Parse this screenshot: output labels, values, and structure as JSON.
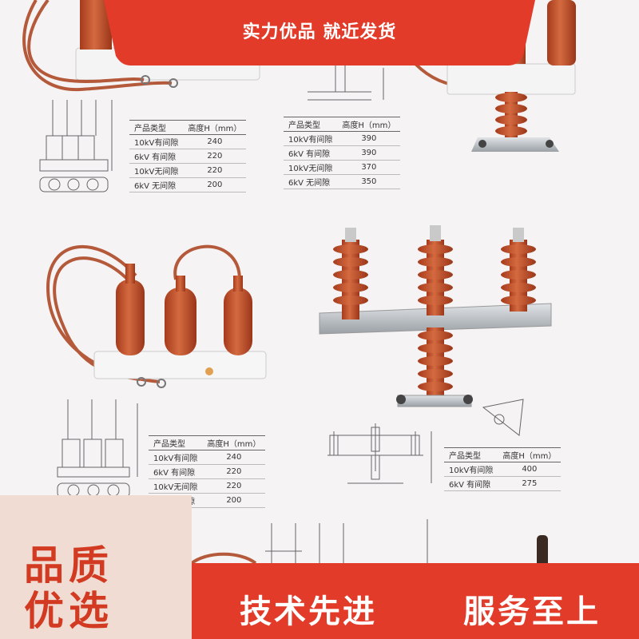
{
  "banner_top": {
    "text": "实力优品 就近发货",
    "color": "#e23b2a"
  },
  "tables": {
    "top_left": {
      "headers": [
        "产品类型",
        "高度H（mm）"
      ],
      "rows": [
        [
          "10kV有间隙",
          "240"
        ],
        [
          "6kV 有间隙",
          "220"
        ],
        [
          "10kV无间隙",
          "220"
        ],
        [
          "6kV 无间隙",
          "200"
        ]
      ]
    },
    "top_right": {
      "headers": [
        "产品类型",
        "高度H（mm）"
      ],
      "rows": [
        [
          "10kV有间隙",
          "390"
        ],
        [
          "6kV 有间隙",
          "390"
        ],
        [
          "10kV无间隙",
          "370"
        ],
        [
          "6kV 无间隙",
          "350"
        ]
      ]
    },
    "mid_left": {
      "headers": [
        "产品类型",
        "高度H（mm）"
      ],
      "rows": [
        [
          "10kV有间隙",
          "240"
        ],
        [
          "6kV 有间隙",
          "220"
        ],
        [
          "10kV无间隙",
          "220"
        ],
        [
          "6kV 无间隙",
          "200"
        ]
      ]
    },
    "mid_right": {
      "headers": [
        "产品类型",
        "高度H（mm）"
      ],
      "rows": [
        [
          "10kV有间隙",
          "400"
        ],
        [
          "6kV 有间隙",
          "275"
        ]
      ]
    }
  },
  "badge_left": {
    "line1": "品质",
    "line2": "优选",
    "color": "#d23b22",
    "background": "#f0dcd3"
  },
  "banner_bottom": {
    "text_left": "技术先进",
    "text_right": "服务至上",
    "color": "#e23b2a"
  },
  "colors": {
    "insulator": "#c3502d",
    "insulator_dark": "#9e3a1c",
    "cable": "#b45a3a",
    "metal": "#b8bcc0",
    "base": "#f2f2f2"
  }
}
